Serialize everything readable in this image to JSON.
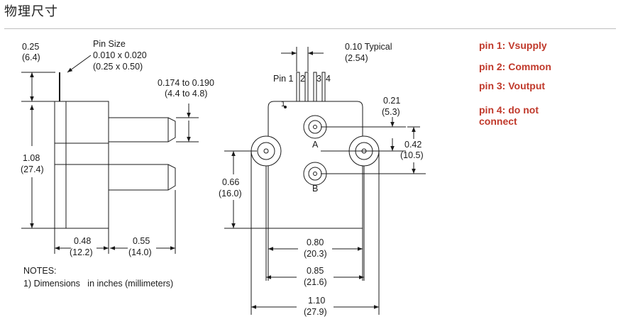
{
  "page_title": "物理尺寸",
  "side": {
    "top_dim": {
      "inch": "0.25",
      "mm": "(6.4)"
    },
    "pin_size": {
      "label": "Pin Size",
      "inch": "0.010 x 0.020",
      "mm": "(0.25 x 0.50)"
    },
    "tube_dim": {
      "inch": "0.174 to 0.190",
      "mm": "(4.4 to 4.8)"
    },
    "height_dim": {
      "inch": "1.08",
      "mm": "(27.4)"
    },
    "body_width": {
      "inch": "0.48",
      "mm": "(12.2)"
    },
    "port_length": {
      "inch": "0.55",
      "mm": "(14.0)"
    }
  },
  "front": {
    "pin_pitch": {
      "inch": "0.10 Typical",
      "mm": "(2.54)"
    },
    "pin_labels": [
      "Pin 1",
      "2",
      "3",
      "4"
    ],
    "pin1_marker": "1",
    "port_a": "A",
    "port_b": "B",
    "dim_021": {
      "inch": "0.21",
      "mm": "(5.3)"
    },
    "dim_042": {
      "inch": "0.42",
      "mm": "(10.5)"
    },
    "dim_066": {
      "inch": "0.66",
      "mm": "(16.0)"
    },
    "dim_080": {
      "inch": "0.80",
      "mm": "(20.3)"
    },
    "dim_085": {
      "inch": "0.85",
      "mm": "(21.6)"
    },
    "dim_110": {
      "inch": "1.10",
      "mm": "(27.9)"
    }
  },
  "notes": {
    "heading": "NOTES:",
    "line1": "1) Dimensions   in inches (millimeters)"
  },
  "pins": {
    "pin1": "pin 1: Vsupply",
    "pin2": "pin 2: Common",
    "pin3": "pin 3: Voutput",
    "pin4": "pin 4: do not connect"
  }
}
